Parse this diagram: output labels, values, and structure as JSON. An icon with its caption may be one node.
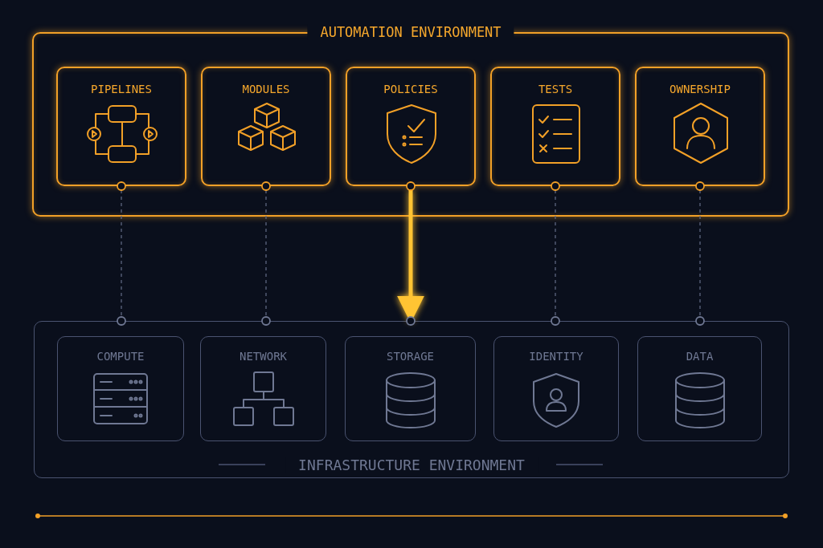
{
  "diagram": {
    "nodes": [
      {
        "text": [
          "AUTOMATION ENVIRONMENT"
        ]
      },
      {
        "text": [
          "PIPELINES"
        ],
        "in": 0
      },
      {
        "text": [
          "MODULES"
        ],
        "in": 0
      },
      {
        "text": [
          "POLICIES"
        ],
        "in": 0
      },
      {
        "text": [
          "TESTS"
        ],
        "in": 0
      },
      {
        "text": [
          "OWNERSHIP"
        ],
        "in": 0
      },
      {
        "text": [
          "INFRASTRUCTURE ENVIRONMENT"
        ]
      },
      {
        "text": [
          "COMPUTE"
        ],
        "in": 6
      },
      {
        "text": [
          "NETWORK"
        ],
        "in": 6
      },
      {
        "text": [
          "STORAGE"
        ],
        "in": 6
      },
      {
        "text": [
          "IDENTITY"
        ],
        "in": 6
      },
      {
        "text": [
          "DATA"
        ],
        "in": 6
      }
    ],
    "edges": [
      {
        "from": 1,
        "to": 6,
        "arrow": "none",
        "style": "dashed"
      },
      {
        "from": 2,
        "to": 6,
        "arrow": "none",
        "style": "dashed"
      },
      {
        "from": 3,
        "to": 6,
        "arrow": "to",
        "style": "thick",
        "color": "#ffc433"
      },
      {
        "from": 4,
        "to": 6,
        "arrow": "none",
        "style": "dashed"
      },
      {
        "from": 5,
        "to": 6,
        "arrow": "none",
        "style": "dashed"
      }
    ]
  }
}
